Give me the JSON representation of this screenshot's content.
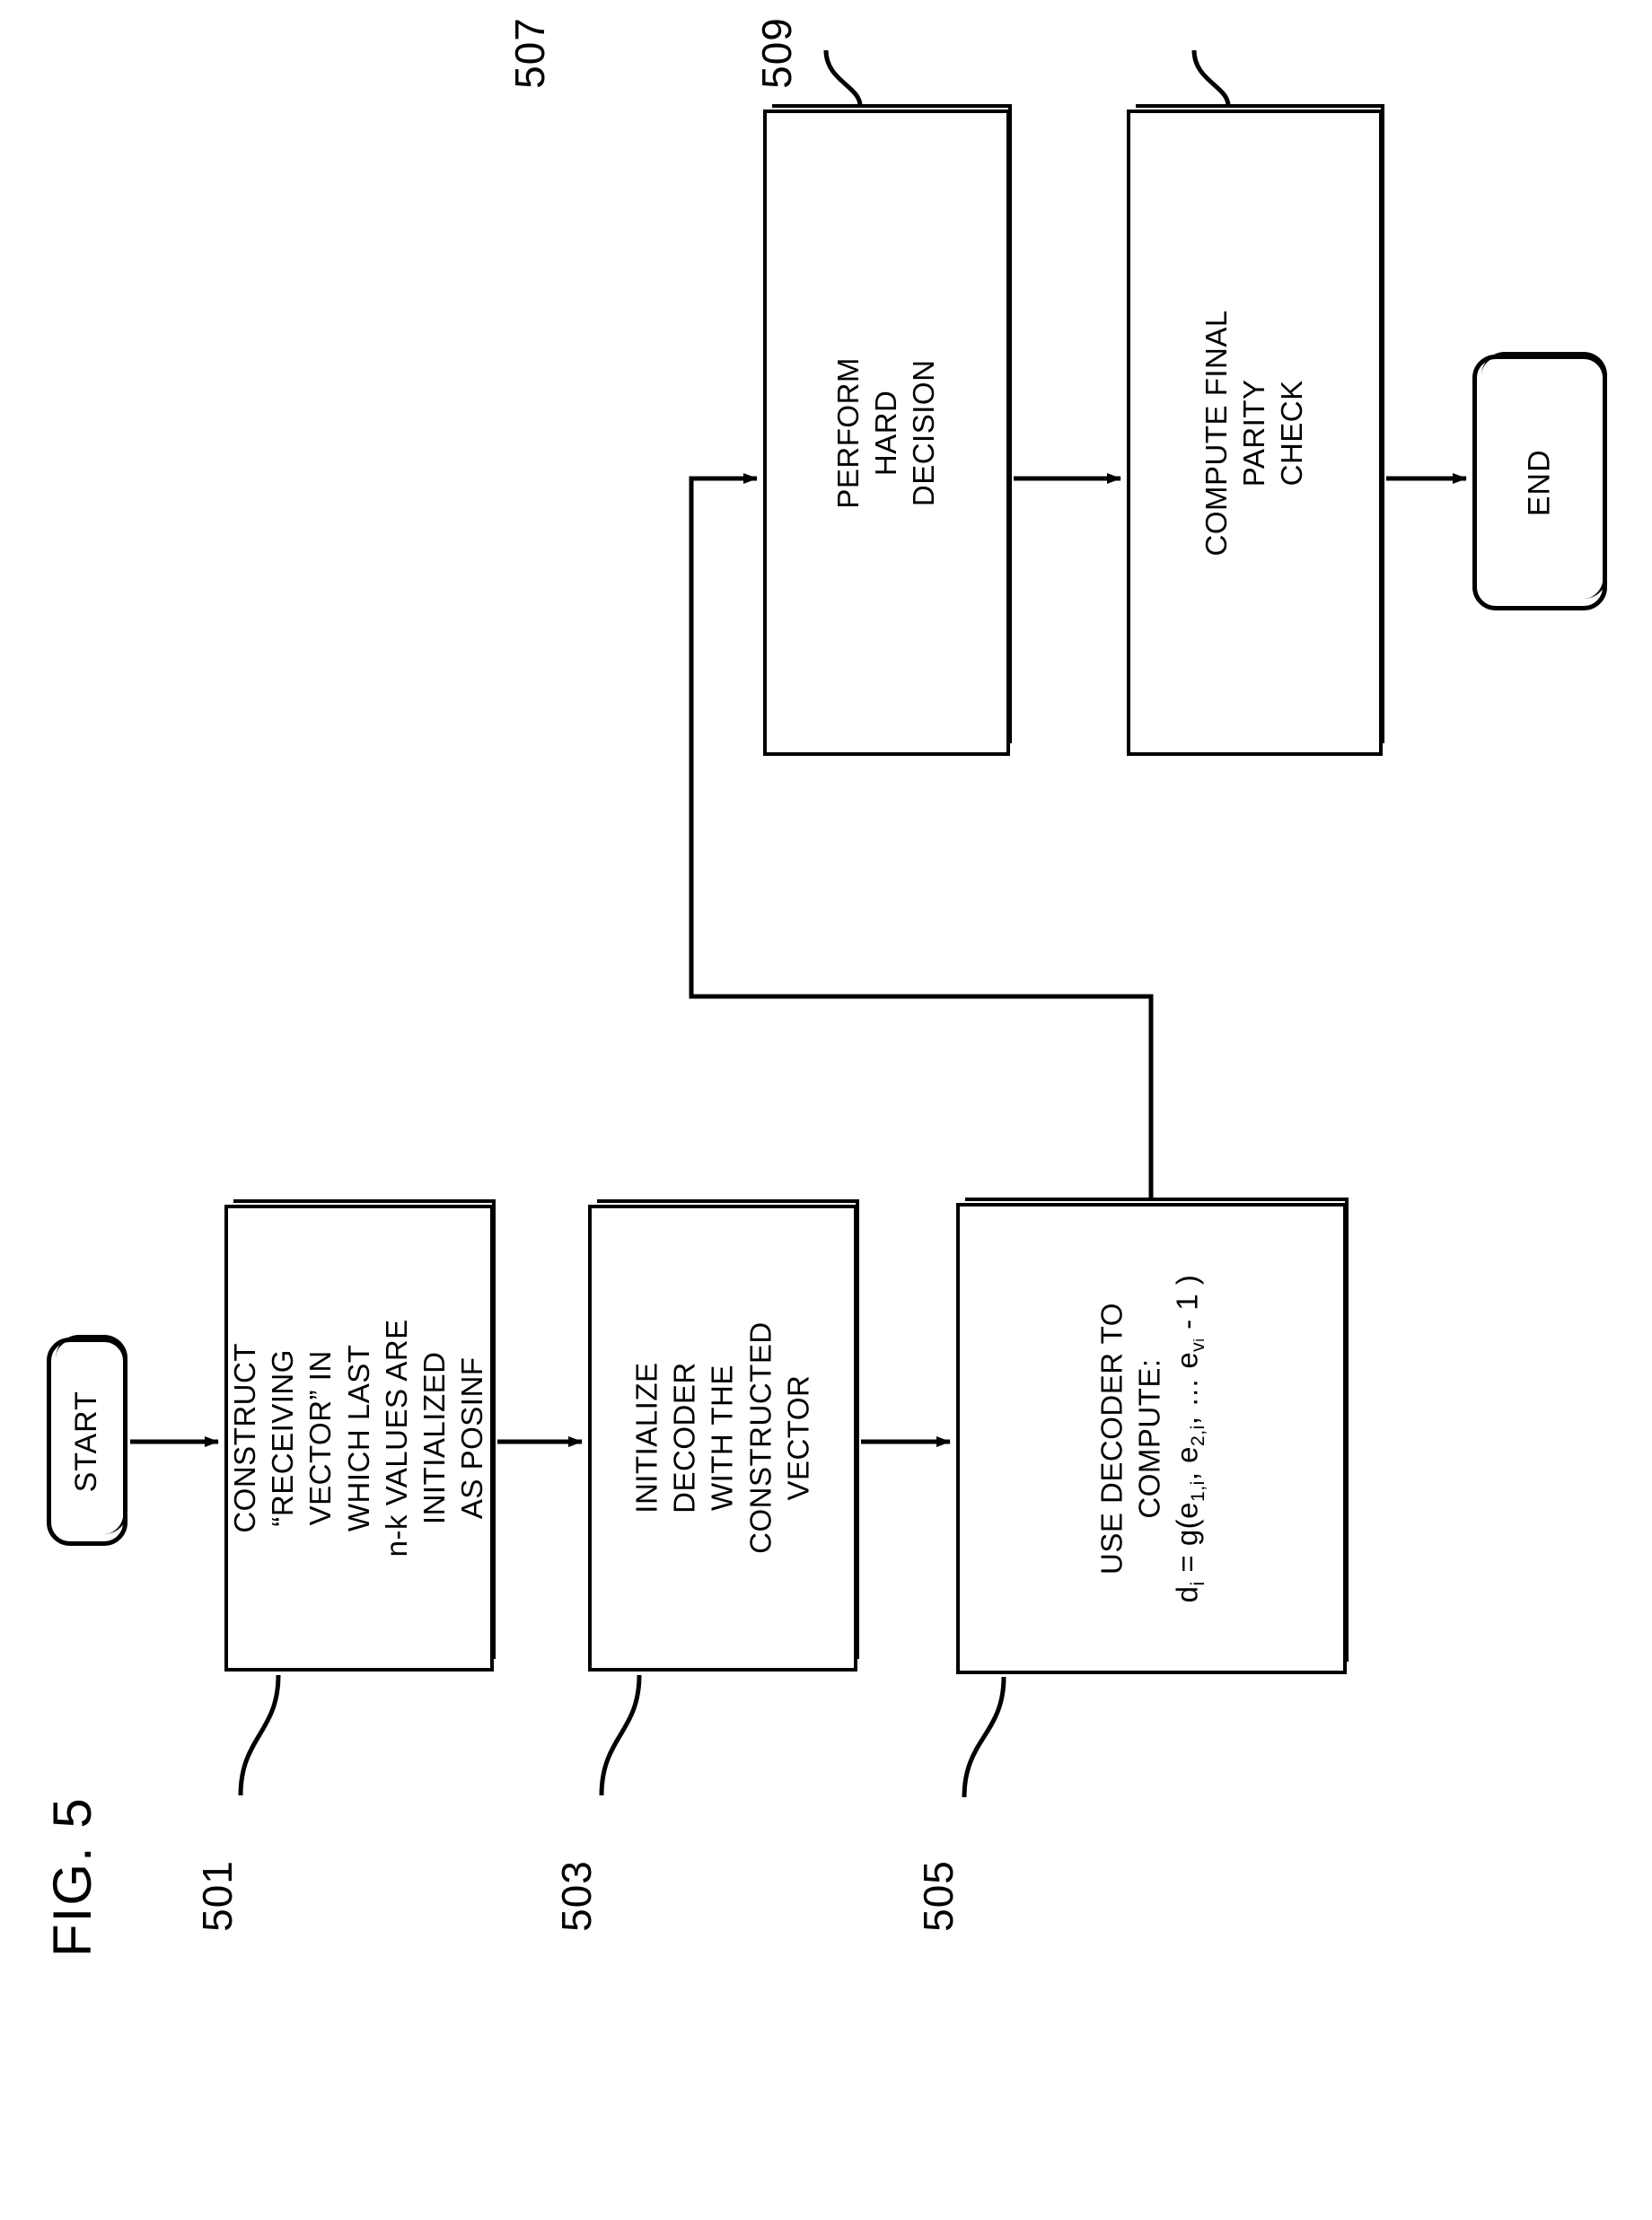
{
  "figure": {
    "label": "FIG. 5"
  },
  "nodes": {
    "start": {
      "label": "START",
      "type": "terminator"
    },
    "end": {
      "label": "END",
      "type": "terminator"
    },
    "step_501": {
      "ref": "501",
      "label": "CONSTRUCT “RECEIVING\nVECTOR” IN WHICH LAST\nn-k VALUES ARE INITIALIZED\nAS POSINF",
      "type": "process"
    },
    "step_503": {
      "ref": "503",
      "label": "INITIALIZE DECODER\nWITH THE CONSTRUCTED\nVECTOR",
      "type": "process"
    },
    "step_505": {
      "ref": "505",
      "label": "USE DECODER TO\nCOMPUTE:",
      "formula_plain": "d_i = g(e_1,i, e_2,i, ... e_v_i - 1 )",
      "formula_parts": {
        "lhs": "d",
        "lhs_sub": "i",
        "eq": " = g(e",
        "t1_sub": "1,i",
        "sep1": ", e",
        "t2_sub": "2,i",
        "sep2": ", … e",
        "t3_sub": "v",
        "t3_sub2": "i",
        "tail": " - 1 )"
      },
      "type": "process"
    },
    "step_507": {
      "ref": "507",
      "label": "PERFORM HARD DECISION",
      "type": "process"
    },
    "step_509": {
      "ref": "509",
      "label": "COMPUTE FINAL PARITY\nCHECK",
      "type": "process"
    }
  },
  "flow": {
    "edges": [
      {
        "from": "start",
        "to": "step_501"
      },
      {
        "from": "step_501",
        "to": "step_503"
      },
      {
        "from": "step_503",
        "to": "step_505"
      },
      {
        "from": "step_505",
        "to": "step_507"
      },
      {
        "from": "step_507",
        "to": "step_509"
      },
      {
        "from": "step_509",
        "to": "end"
      }
    ]
  },
  "colors": {
    "stroke": "#000000",
    "background": "#ffffff"
  }
}
